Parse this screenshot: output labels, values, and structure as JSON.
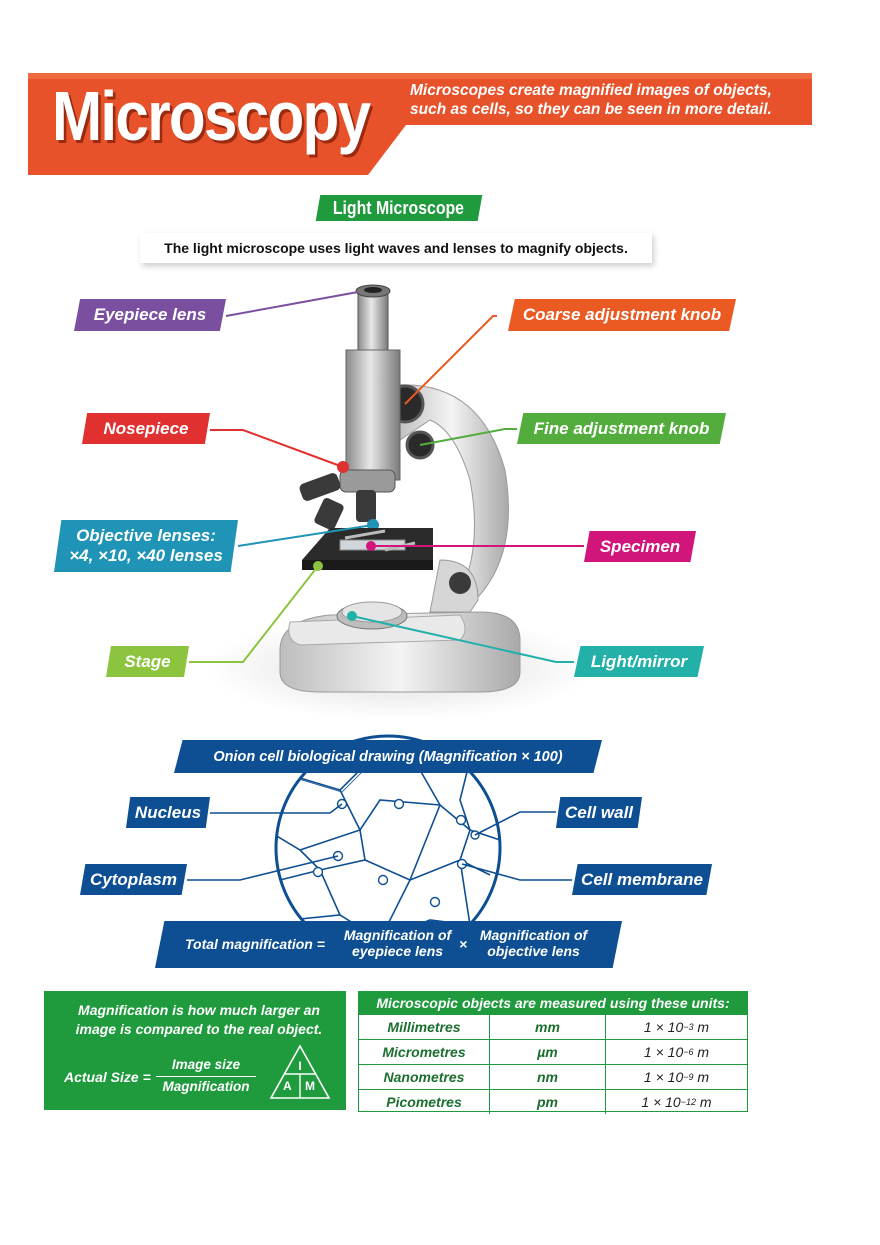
{
  "header": {
    "title": "Microscopy",
    "subtitle": "Microscopes create magnified images of objects, such as cells, so they can be seen in more detail."
  },
  "light_microscope": {
    "section_title": "Light Microscope",
    "intro": "The light microscope uses light waves and lenses to magnify objects.",
    "labels": {
      "eyepiece": "Eyepiece lens",
      "coarse": "Coarse adjustment knob",
      "nosepiece": "Nosepiece",
      "fine": "Fine adjustment knob",
      "objective_line1": "Objective lenses:",
      "objective_line2": "×4, ×10, ×40 lenses",
      "specimen": "Specimen",
      "stage": "Stage",
      "light": "Light/mirror"
    }
  },
  "onion": {
    "title": "Onion cell biological drawing (Magnification × 100)",
    "labels": {
      "nucleus": "Nucleus",
      "cell_wall": "Cell wall",
      "cytoplasm": "Cytoplasm",
      "cell_membrane": "Cell membrane"
    }
  },
  "total_mag": {
    "label": "Total magnification =",
    "eyepiece_line1": "Magnification of",
    "eyepiece_line2": "eyepiece lens",
    "times": "×",
    "objective_line1": "Magnification of",
    "objective_line2": "objective lens"
  },
  "magnification_box": {
    "definition": "Magnification is how much larger an image is compared to the real object.",
    "formula_left": "Actual Size =",
    "numerator": "Image size",
    "denominator": "Magnification",
    "triangle_top": "I",
    "triangle_left": "A",
    "triangle_right": "M"
  },
  "units": {
    "heading": "Microscopic objects are measured using these units:",
    "rows": [
      {
        "name": "Millimetres",
        "symbol": "mm",
        "base": "1 × 10",
        "exp": "−3",
        "unit": "m"
      },
      {
        "name": "Micrometres",
        "symbol": "µm",
        "base": "1 × 10",
        "exp": "−6",
        "unit": "m"
      },
      {
        "name": "Nanometres",
        "symbol": "nm",
        "base": "1 × 10",
        "exp": "−9",
        "unit": "m"
      },
      {
        "name": "Picometres",
        "symbol": "pm",
        "base": "1 × 10",
        "exp": "−12",
        "unit": "m"
      }
    ]
  },
  "colors": {
    "header_orange": "#e8522a",
    "purple": "#7b4fa0",
    "orange": "#ea5a22",
    "red": "#e0302f",
    "green": "#52ad3d",
    "teal": "#1f94b6",
    "magenta": "#d1157a",
    "lime": "#8cc43f",
    "aqua": "#22b0a8",
    "navy": "#0d4f92",
    "section_green": "#1f9a3c"
  }
}
